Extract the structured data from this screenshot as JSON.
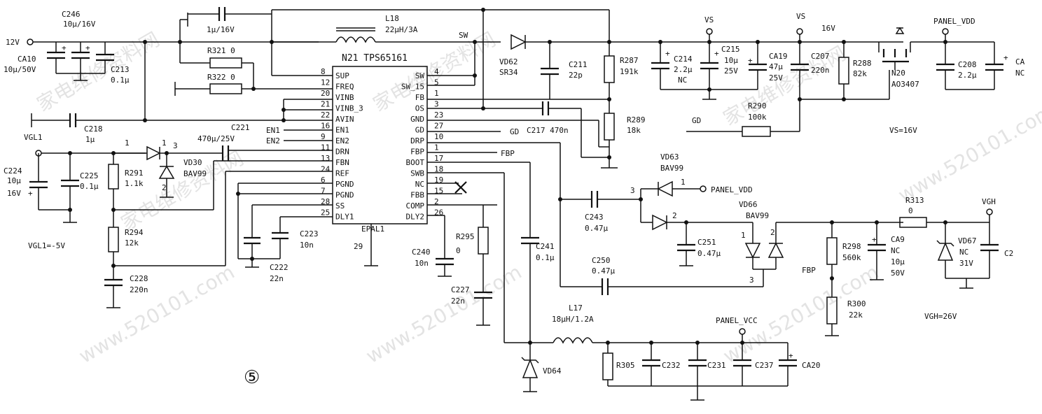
{
  "ic": {
    "name": "N21 TPS65161",
    "sub": "EPAL1",
    "pin29": "29",
    "left_pins": [
      {
        "num": "8",
        "name": "SUP"
      },
      {
        "num": "12",
        "name": "FREQ"
      },
      {
        "num": "20",
        "name": "VINB"
      },
      {
        "num": "21",
        "name": "VINB_3"
      },
      {
        "num": "22",
        "name": "AVIN"
      },
      {
        "num": "16",
        "name": "EN1"
      },
      {
        "num": "9",
        "name": "EN2"
      },
      {
        "num": "11",
        "name": "DRN"
      },
      {
        "num": "13",
        "name": "FBN"
      },
      {
        "num": "24",
        "name": "REF"
      },
      {
        "num": "6",
        "name": "PGND"
      },
      {
        "num": "7",
        "name": "PGND"
      },
      {
        "num": "28",
        "name": "SS"
      },
      {
        "num": "25",
        "name": "DLY1"
      }
    ],
    "right_pins": [
      {
        "num": "4",
        "name": "SW"
      },
      {
        "num": "5",
        "name": "SW_15"
      },
      {
        "num": "1",
        "name": "FB"
      },
      {
        "num": "3",
        "name": "OS"
      },
      {
        "num": "23",
        "name": "GND"
      },
      {
        "num": "27",
        "name": "GD"
      },
      {
        "num": "10",
        "name": "DRP"
      },
      {
        "num": "1",
        "name": "FBP"
      },
      {
        "num": "17",
        "name": "BOOT"
      },
      {
        "num": "18",
        "name": "SWB"
      },
      {
        "num": "19",
        "name": "NC"
      },
      {
        "num": "15",
        "name": "FBB"
      },
      {
        "num": "2",
        "name": "COMP"
      },
      {
        "num": "26",
        "name": "DLY2"
      }
    ]
  },
  "labels": {
    "in_12v": "12V",
    "c246": "C246",
    "c246_val": "10μ/16V",
    "ca10": "CA10",
    "ca10_val": "10μ/50V",
    "c213": "C213",
    "c213_val": "0.1μ",
    "cap_top": "1μ/16V",
    "l18": "L18",
    "l18_val": "22μH/3A",
    "sw": "SW",
    "r321": "R321 0",
    "r322": "R322 0",
    "c218": "C218",
    "c218_val": "1μ",
    "vgl1": "VGL1",
    "c221": "C221",
    "c221_val": "470μ/25V",
    "en1": "EN1",
    "en2": "EN2",
    "c224": "C224",
    "c224_val1": "10μ",
    "c224_val2": "16V",
    "c225": "C225",
    "c225_val": "0.1μ",
    "r291": "R291",
    "r291_val": "1.1k",
    "vd30": "VD30",
    "vd30_val": "BAV99",
    "p1": "1",
    "p2": "2",
    "p3": "3",
    "r294": "R294",
    "r294_val": "12k",
    "vgl_eq": "VGL1=-5V",
    "c228": "C228",
    "c228_val": "220n",
    "c222": "C222",
    "c222_val": "22n",
    "c223": "C223",
    "c223_val": "10n",
    "vd62": "VD62",
    "vd62_val": "SR34",
    "c211": "C211",
    "c211_val": "22p",
    "r287": "R287",
    "r287_val": "191k",
    "r289": "R289",
    "r289_val": "18k",
    "c217": "C217 470n",
    "gd": "GD",
    "fbp": "FBP",
    "vs1": "VS",
    "vs2": "VS",
    "v16": "16V",
    "c214": "C214",
    "c214_val1": "2.2μ",
    "c214_val2": "NC",
    "c215": "C215",
    "c215_val1": "10μ",
    "c215_val2": "25V",
    "ca19": "CA19",
    "ca19_val1": "47μ",
    "ca19_val2": "25V",
    "c207": "C207",
    "c207_val": "220n",
    "r288": "R288",
    "r288_val": "82k",
    "r290": "R290",
    "r290_val": "100k",
    "gd2": "GD",
    "panel_vdd": "PANEL_VDD",
    "n20": "N20",
    "n20_val": "AO3407",
    "c208": "C208",
    "c208_val": "2.2μ",
    "ca": "CA",
    "nc": "NC",
    "vs16": "VS=16V",
    "vd63": "VD63",
    "vd63_val": "BAV99",
    "panel_vdd2": "PANEL_VDD",
    "vd66": "VD66",
    "vd66_val": "BAV99",
    "c243": "C243",
    "c243_val": "0.47μ",
    "c251": "C251",
    "c251_val": "0.47μ",
    "c250": "C250",
    "c250_val": "0.47μ",
    "r313": "R313",
    "r313_val": "0",
    "vgh": "VGH",
    "r298": "R298",
    "r298_val": "560k",
    "ca9": "CA9",
    "ca9_val1": "NC",
    "ca9_val2": "10μ",
    "ca9_val3": "50V",
    "vd67": "VD67",
    "vd67_val1": "NC",
    "vd67_val2": "31V",
    "c2": "C2",
    "fbp2": "FBP",
    "r300": "R300",
    "r300_val": "22k",
    "vgh_eq": "VGH=26V",
    "c240": "C240",
    "c240_val": "10n",
    "r295": "R295",
    "r295_val": "0",
    "c227": "C227",
    "c227_val": "22n",
    "c241": "C241",
    "c241_val": "0.1μ",
    "l17": "L17",
    "l17_val": "18μH/1.2A",
    "panel_vcc": "PANEL_VCC",
    "r305": "R305",
    "c232": "C232",
    "c231": "C231",
    "c237": "C237",
    "ca20": "CA20",
    "vd64": "VD64",
    "marker": "⑤"
  },
  "watermark": {
    "text1": "家电维修资料网",
    "text2": "www.520101.com"
  }
}
